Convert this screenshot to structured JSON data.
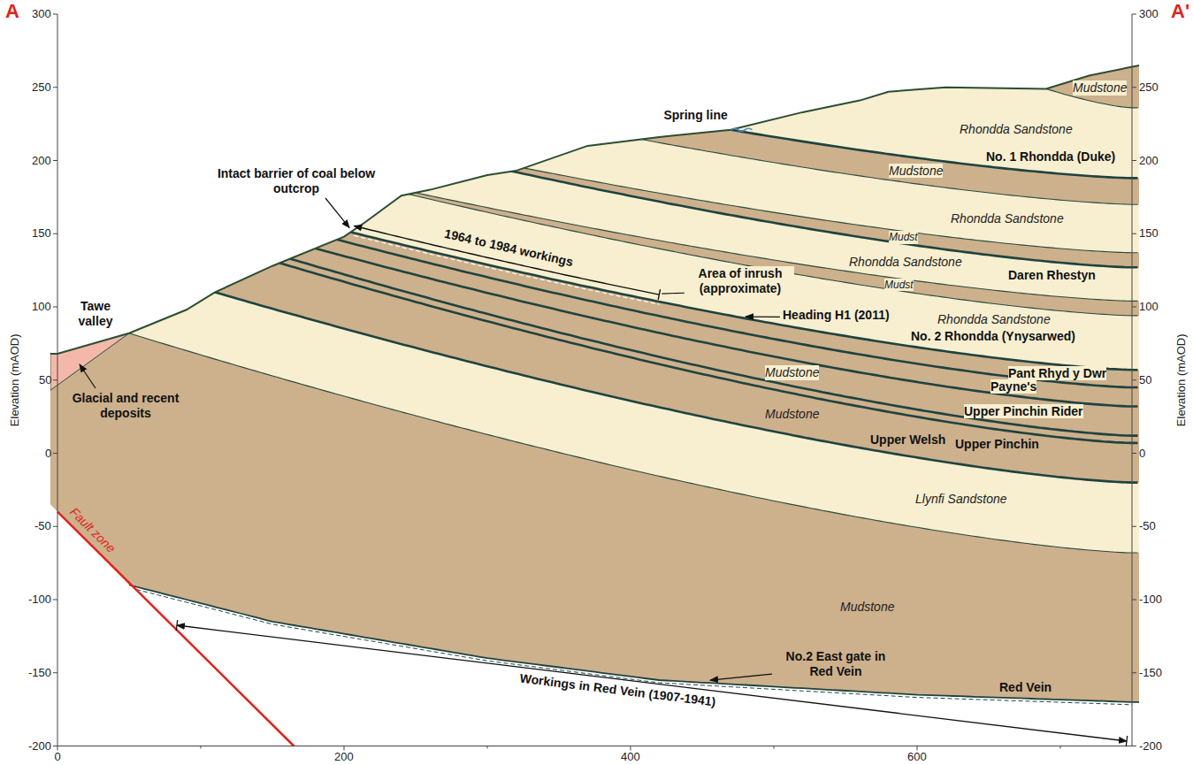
{
  "diagram": {
    "labels": [
      "A",
      "A'",
      "300",
      "250",
      "200",
      "150",
      "100",
      "50",
      "0",
      "-50",
      "-100",
      "-150",
      "-200",
      "300",
      "250",
      "200",
      "150",
      "100",
      "50",
      "0",
      "-50",
      "-100",
      "-150",
      "-200",
      "Elevation (mAOD)",
      "Elevation (mAOD)",
      "0",
      "200",
      "400",
      "600",
      "Tawe valley",
      "Glacial and recent deposits",
      "Fault zone",
      "Intact barrier of coal below outcrop",
      "1964 to 1984 workings",
      "Area of inrush (approximate)",
      "Heading H1 (2011)",
      "Spring line",
      "Mudstone",
      "Rhondda Sandstone",
      "No. 1 Rhondda (Duke)",
      "Mudstone",
      "Rhondda Sandstone",
      "Daren Rhestyn",
      "Mudst",
      "Mudst",
      "Rhondda Sandstone",
      "Rhondda Sandstone",
      "No. 2 Rhondda (Ynysarwed)",
      "Pant Rhyd y Dwr",
      "Mudstone",
      "Payne's",
      "Upper Pinchin Rider",
      "Mudstone",
      "Upper Pinchin",
      "Upper Welsh",
      "Llynfi Sandstone",
      "Mudstone",
      "No.2 East gate in Red Vein",
      "Red Vein",
      "Workings in Red Vein (1907-1941)"
    ]
  }
}
